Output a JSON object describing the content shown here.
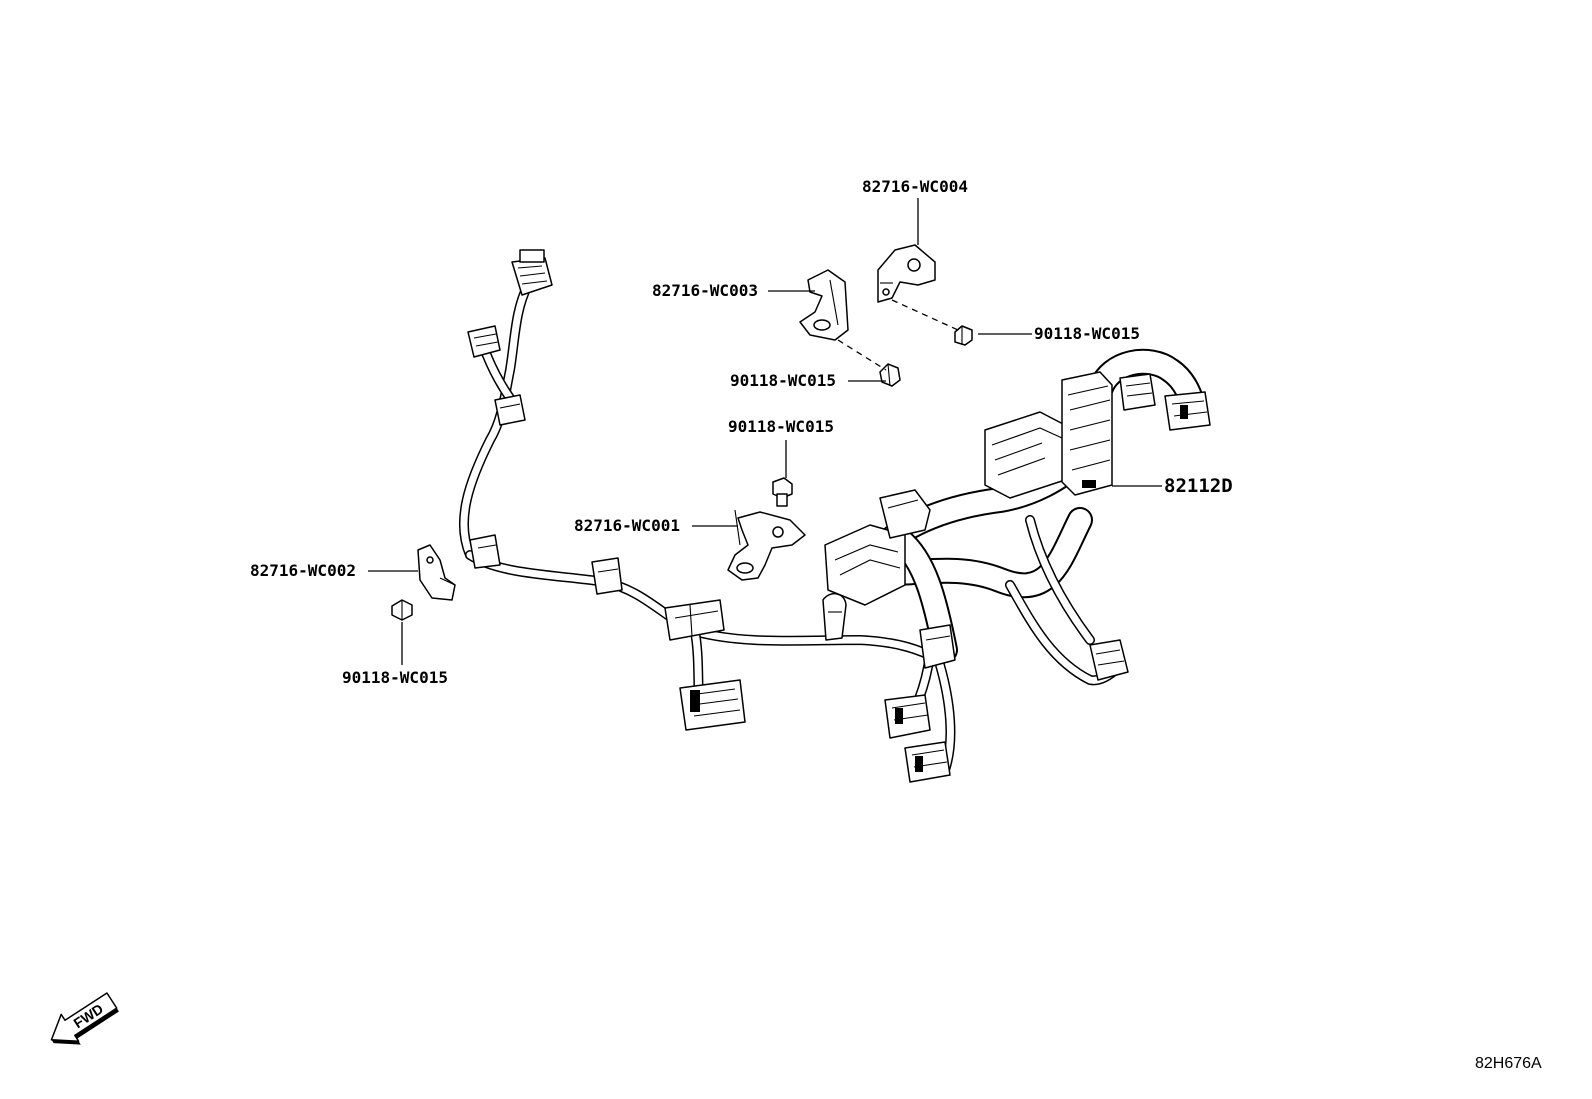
{
  "callouts": {
    "bracket_wc004": "82716-WC004",
    "bracket_wc003": "82716-WC003",
    "bolt_top_right": "90118-WC015",
    "bolt_top_center": "90118-WC015",
    "bolt_middle": "90118-WC015",
    "bracket_wc001": "82716-WC001",
    "bracket_wc002": "82716-WC002",
    "bolt_left": "90118-WC015",
    "harness": "82112D"
  },
  "fwd_label": "FWD",
  "diagram_id": "82H676A"
}
